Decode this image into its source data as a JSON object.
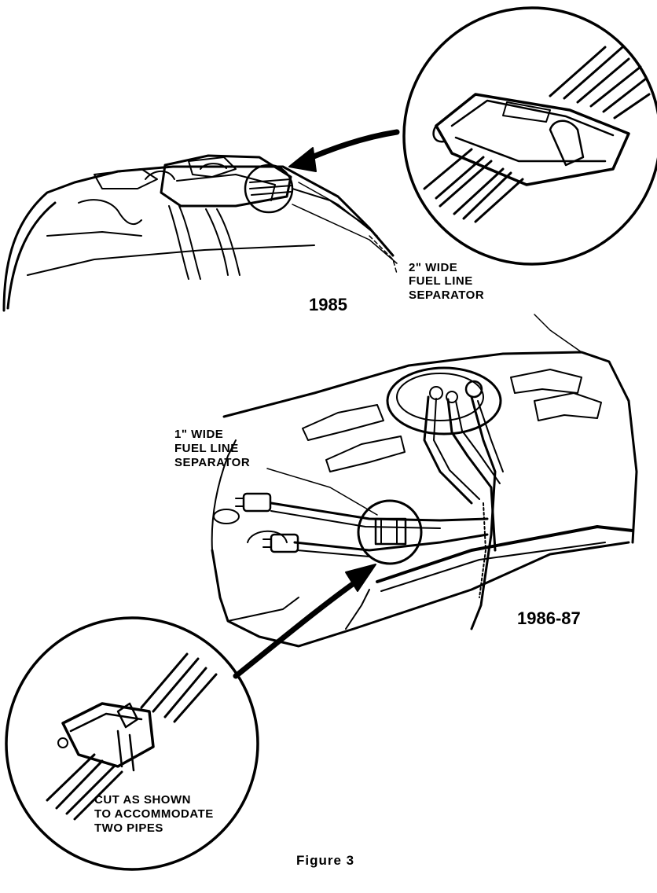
{
  "labels": {
    "separator_2in": [
      "2ʺ WIDE",
      "FUEL LINE",
      "SEPARATOR"
    ],
    "separator_1in": [
      "1ʺ WIDE",
      "FUEL LINE",
      "SEPARATOR"
    ],
    "cut_note": [
      "CUT AS SHOWN",
      "TO ACCOMMODATE",
      "TWO PIPES"
    ],
    "year_1985": "1985",
    "year_1986_87": "1986-87",
    "figure_caption": "Figure 3"
  }
}
